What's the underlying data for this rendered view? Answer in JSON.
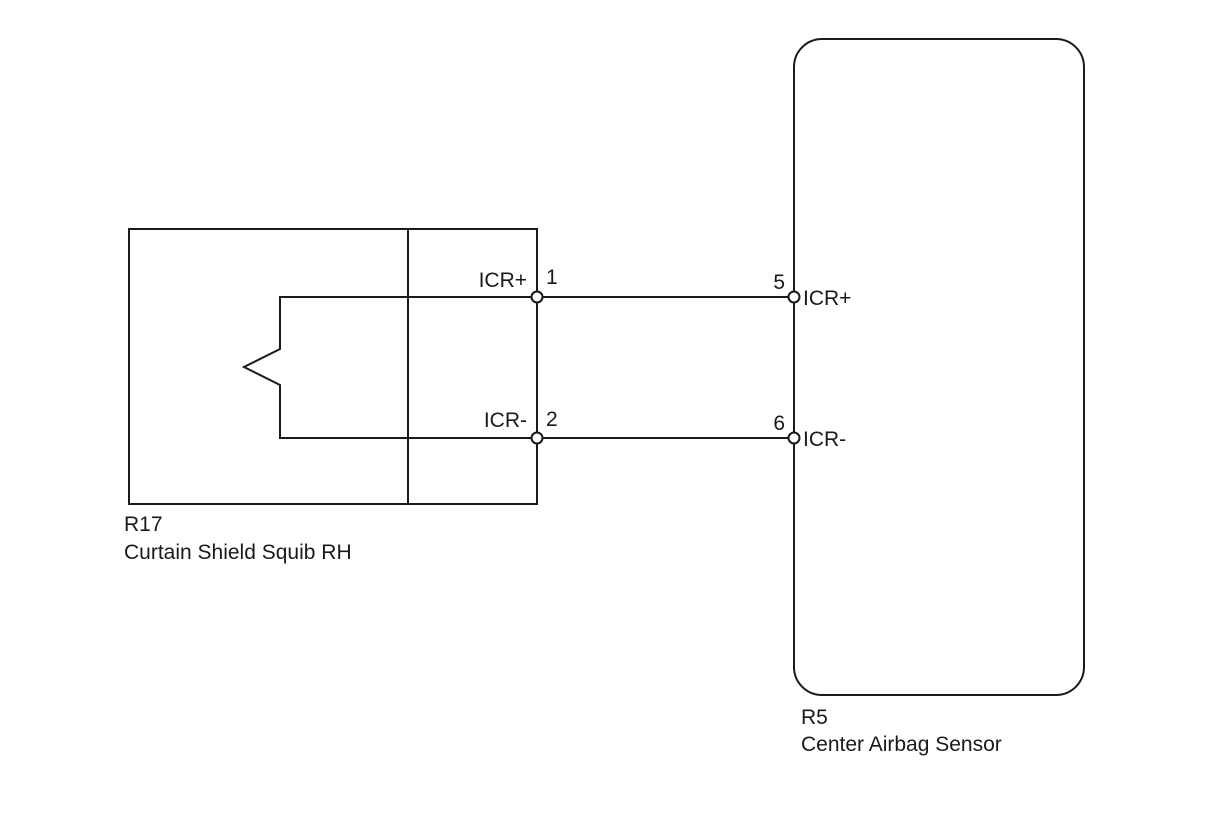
{
  "squib": {
    "code": "R17",
    "name": "Curtain Shield Squib RH",
    "pins": [
      {
        "number": "1",
        "signal": "ICR+"
      },
      {
        "number": "2",
        "signal": "ICR-"
      }
    ]
  },
  "sensor": {
    "code": "R5",
    "name": "Center Airbag Sensor",
    "pins": [
      {
        "number": "5",
        "signal": "ICR+"
      },
      {
        "number": "6",
        "signal": "ICR-"
      }
    ]
  },
  "connections": [
    {
      "from_pin": "1",
      "to_pin": "5",
      "signal": "ICR+"
    },
    {
      "from_pin": "2",
      "to_pin": "6",
      "signal": "ICR-"
    }
  ]
}
